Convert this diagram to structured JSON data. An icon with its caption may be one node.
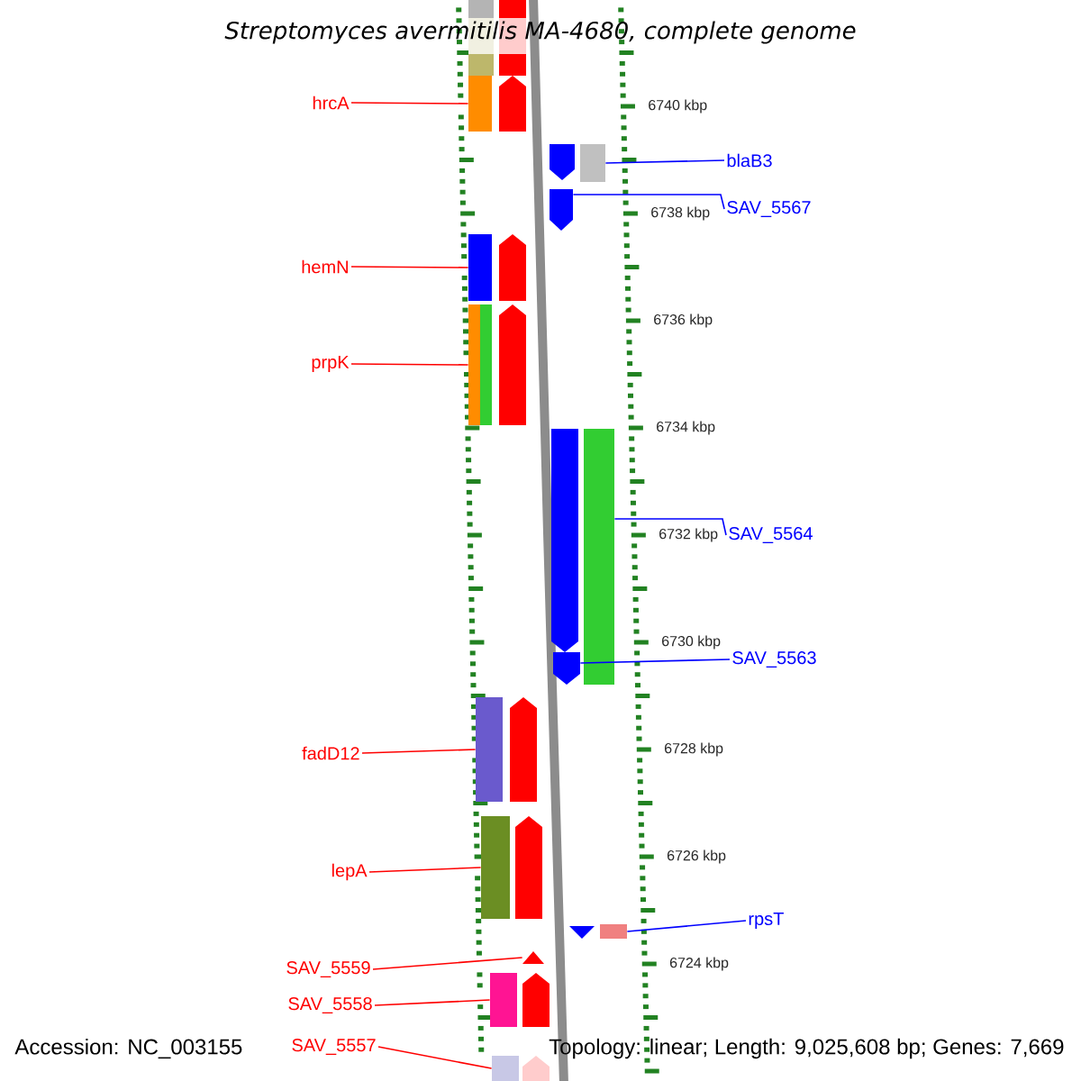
{
  "diagram": {
    "title": "Streptomyces avermitilis MA-4680, complete genome",
    "nodes": [
      {
        "text": [
          "hrcA"
        ]
      },
      {
        "text": [
          "hemN"
        ]
      },
      {
        "text": [
          "prpK"
        ]
      },
      {
        "text": [
          "fadD12"
        ]
      },
      {
        "text": [
          "lepA"
        ]
      },
      {
        "text": [
          "SAV_5559"
        ]
      },
      {
        "text": [
          "SAV_5558"
        ]
      },
      {
        "text": [
          "SAV_5557"
        ]
      },
      {
        "text": [
          "blaB3"
        ]
      },
      {
        "text": [
          "SAV_5567"
        ]
      },
      {
        "text": [
          "SAV_5564"
        ]
      },
      {
        "text": [
          "SAV_5563"
        ]
      },
      {
        "text": [
          "rpsT"
        ]
      },
      {
        "text": [],
        "shape": "bar"
      },
      {
        "text": [],
        "shape": "bar"
      },
      {
        "text": [],
        "shape": "bar"
      },
      {
        "text": [],
        "shape": "bar"
      },
      {
        "text": [],
        "shape": "bar"
      },
      {
        "text": [],
        "shape": "triangle"
      },
      {
        "text": [],
        "shape": "bar"
      },
      {
        "text": [],
        "shape": "bar"
      },
      {
        "text": [],
        "shape": "bar"
      },
      {
        "text": [],
        "shape": "bar"
      },
      {
        "text": [],
        "shape": "bar"
      },
      {
        "text": [],
        "shape": "bar"
      },
      {
        "text": [],
        "shape": "bar"
      },
      {
        "text": [],
        "shape": "bar"
      },
      {
        "text": [],
        "shape": "bar"
      },
      {
        "text": [],
        "shape": "bar"
      },
      {
        "text": [],
        "shape": "bar"
      },
      {
        "text": [],
        "shape": "bar"
      },
      {
        "text": [],
        "shape": "bar"
      },
      {
        "text": [],
        "shape": "bar"
      },
      {
        "text": [],
        "shape": "bar"
      },
      {
        "text": [],
        "shape": "bar"
      },
      {
        "text": [],
        "shape": "bar"
      },
      {
        "text": [],
        "shape": "bar"
      },
      {
        "text": [],
        "shape": "triangle"
      },
      {
        "text": [],
        "shape": "bar"
      },
      {
        "text": [],
        "shape": "bar"
      }
    ],
    "edges": [
      {
        "from": 0,
        "to": 13,
        "arrow": "none"
      },
      {
        "from": 1,
        "to": 14,
        "arrow": "none"
      },
      {
        "from": 2,
        "to": 15,
        "arrow": "none"
      },
      {
        "from": 3,
        "to": 16,
        "arrow": "none"
      },
      {
        "from": 4,
        "to": 17,
        "arrow": "none"
      },
      {
        "from": 5,
        "to": 18,
        "arrow": "none"
      },
      {
        "from": 6,
        "to": 19,
        "arrow": "none"
      },
      {
        "from": 7,
        "to": 20,
        "arrow": "none"
      },
      {
        "from": 8,
        "to": 21,
        "arrow": "none",
        "color": "#0000ff"
      },
      {
        "from": 9,
        "to": 22,
        "arrow": "none",
        "color": "#0000ff"
      },
      {
        "from": 10,
        "to": 23,
        "arrow": "none",
        "color": "#0000ff"
      },
      {
        "from": 11,
        "to": 24,
        "arrow": "none",
        "color": "#0000ff"
      },
      {
        "from": 12,
        "to": 25,
        "arrow": "none",
        "color": "#0000ff"
      }
    ],
    "labels": [
      "6740 kbp",
      "6738 kbp",
      "6736 kbp",
      "6734 kbp",
      "6732 kbp",
      "6730 kbp",
      "6728 kbp",
      "6726 kbp",
      "6724 kbp",
      "Accession: NC_003155",
      "Topology: linear; Length: 9,025,608 bp; Genes: 7,669"
    ]
  }
}
